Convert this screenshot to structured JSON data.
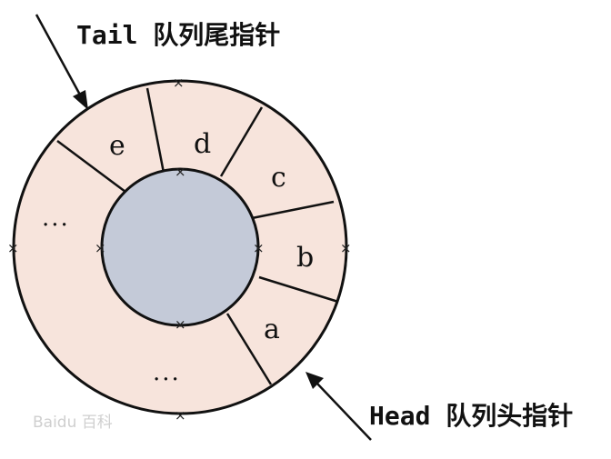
{
  "diagram": {
    "segments": [
      {
        "label": "a"
      },
      {
        "label": "b"
      },
      {
        "label": "c"
      },
      {
        "label": "d"
      },
      {
        "label": "e"
      }
    ],
    "ellipses": [
      "...",
      "..."
    ],
    "tail_pointer": "Tail 队列尾指针",
    "head_pointer": "Head 队列头指针",
    "boundary_mark": "×",
    "watermark": "Baidu 百科",
    "colors": {
      "ring": "#f7e4dc",
      "inner": "#c4cad8",
      "stroke": "#111111"
    }
  }
}
